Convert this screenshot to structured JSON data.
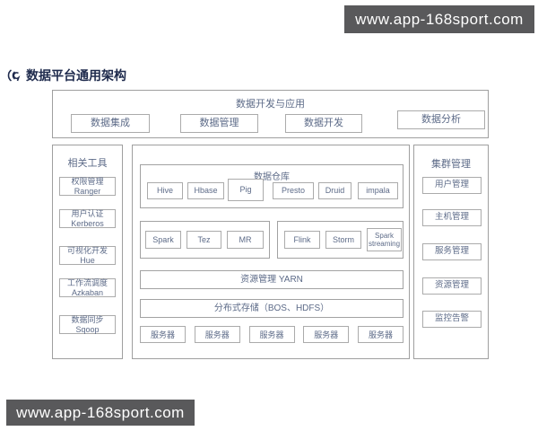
{
  "watermark": {
    "text": "www.app-168sport.com"
  },
  "title": {
    "text": "数据平台通用架构"
  },
  "top_section": {
    "label": "数据开发与应用",
    "items": [
      "数据集成",
      "数据管理",
      "数据开发",
      "数据分析"
    ]
  },
  "left_sidebar": {
    "label": "相关工具",
    "items": [
      {
        "line1": "权限管理",
        "line2": "Ranger"
      },
      {
        "line1": "用户认证",
        "line2": "Kerberos"
      },
      {
        "line1": "可视化开发",
        "line2": "Hue"
      },
      {
        "line1": "工作流调度",
        "line2": "Azkaban"
      },
      {
        "line1": "数据同步",
        "line2": "Sqoop"
      }
    ]
  },
  "right_sidebar": {
    "label": "集群管理",
    "items": [
      "用户管理",
      "主机管理",
      "服务管理",
      "资源管理",
      "监控告警"
    ]
  },
  "center": {
    "warehouse": {
      "label": "数据仓库",
      "items": [
        "Hive",
        "Hbase",
        "Pig",
        "Presto",
        "Druid",
        "impala"
      ]
    },
    "batch_engines": [
      "Spark",
      "Tez",
      "MR"
    ],
    "stream_engines": [
      {
        "line1": "Flink",
        "line2": ""
      },
      {
        "line1": "Storm",
        "line2": ""
      },
      {
        "line1": "Spark",
        "line2": "streaming"
      }
    ],
    "yarn_label": "资源管理 YARN",
    "storage_label": "分布式存储（BOS、HDFS）",
    "servers": [
      "服务器",
      "服务器",
      "服务器",
      "服务器",
      "服务器"
    ]
  },
  "colors": {
    "watermark_bg": "#59595b",
    "watermark_text": "#ffffff",
    "diagram_text": "#5d6b88",
    "title_text": "#1f2b4d",
    "border": "#9f9f9f"
  }
}
